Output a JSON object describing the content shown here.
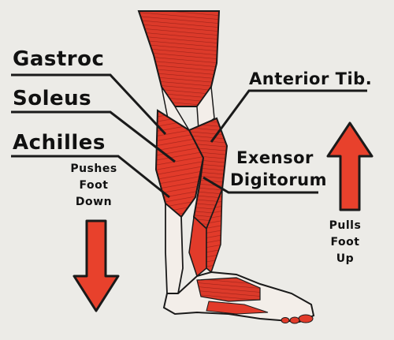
{
  "labels": {
    "gastroc": "Gastroc",
    "soleus": "Soleus",
    "achilles": "Achilles",
    "anterior_tib": "Anterior Tib.",
    "extensor_line1": "Exensor",
    "extensor_line2": "Digitorum",
    "pushes": [
      "Pushes",
      "Foot",
      "Down"
    ],
    "pulls": [
      "Pulls",
      "Foot",
      "Up"
    ]
  },
  "colors": {
    "muscle": "#e23b2a",
    "muscle_dark": "#b8281c",
    "tendon": "#f3eee9",
    "outline": "#1a1a1a",
    "background": "#ecebe7",
    "arrow": "#e8412c"
  },
  "icons": {
    "down_arrow": "arrow-down-icon",
    "up_arrow": "arrow-up-icon"
  }
}
